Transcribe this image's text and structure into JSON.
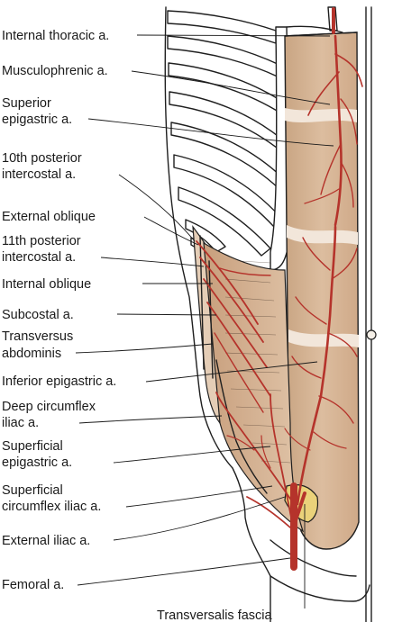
{
  "labels": {
    "internal_thoracic": "Internal thoracic a.",
    "musculophrenic": "Musculophrenic a.",
    "superior_epigastric_1": "Superior",
    "superior_epigastric_2": "epigastric a.",
    "posterior_intercostal_10_1": "10th posterior",
    "posterior_intercostal_10_2": "intercostal a.",
    "external_oblique": "External oblique",
    "posterior_intercostal_11_1": "11th posterior",
    "posterior_intercostal_11_2": "intercostal a.",
    "internal_oblique": "Internal oblique",
    "subcostal": "Subcostal a.",
    "transversus_abdominis_1": "Transversus",
    "transversus_abdominis_2": "abdominis",
    "inferior_epigastric": "Inferior epigastric a.",
    "deep_circumflex_iliac_1": "Deep circumflex",
    "deep_circumflex_iliac_2": "iliac a.",
    "superficial_epigastric_1": "Superficial",
    "superficial_epigastric_2": "epigastric a.",
    "superficial_circumflex_iliac_1": "Superficial",
    "superficial_circumflex_iliac_2": "circumflex iliac a.",
    "external_iliac": "External iliac a.",
    "femoral": "Femoral a.",
    "transversalis_fascia": "Transversalis fascia"
  },
  "colors": {
    "muscle": "#d9b89a",
    "muscle_dark": "#c49a78",
    "artery": "#b5332b",
    "outline": "#1f1f1f",
    "fascia": "#ead27a"
  }
}
